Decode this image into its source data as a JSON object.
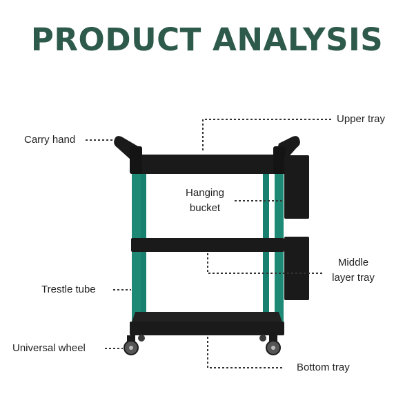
{
  "title": "PRODUCT ANALYSIS",
  "colors": {
    "title": "#2d5a4a",
    "tube": "#1e8a76",
    "plastic": "#1a1a1a",
    "leader": "#333333"
  },
  "labels": {
    "carry_hand": "Carry hand",
    "upper_tray": "Upper  tray",
    "hanging_bucket_line1": "Hanging",
    "hanging_bucket_line2": "bucket",
    "middle_tray_line1": "Middle",
    "middle_tray_line2": "layer tray",
    "trestle_tube": "Trestle tube",
    "universal_wheel": "Universal wheel",
    "bottom_tray": "Bottom tray"
  }
}
